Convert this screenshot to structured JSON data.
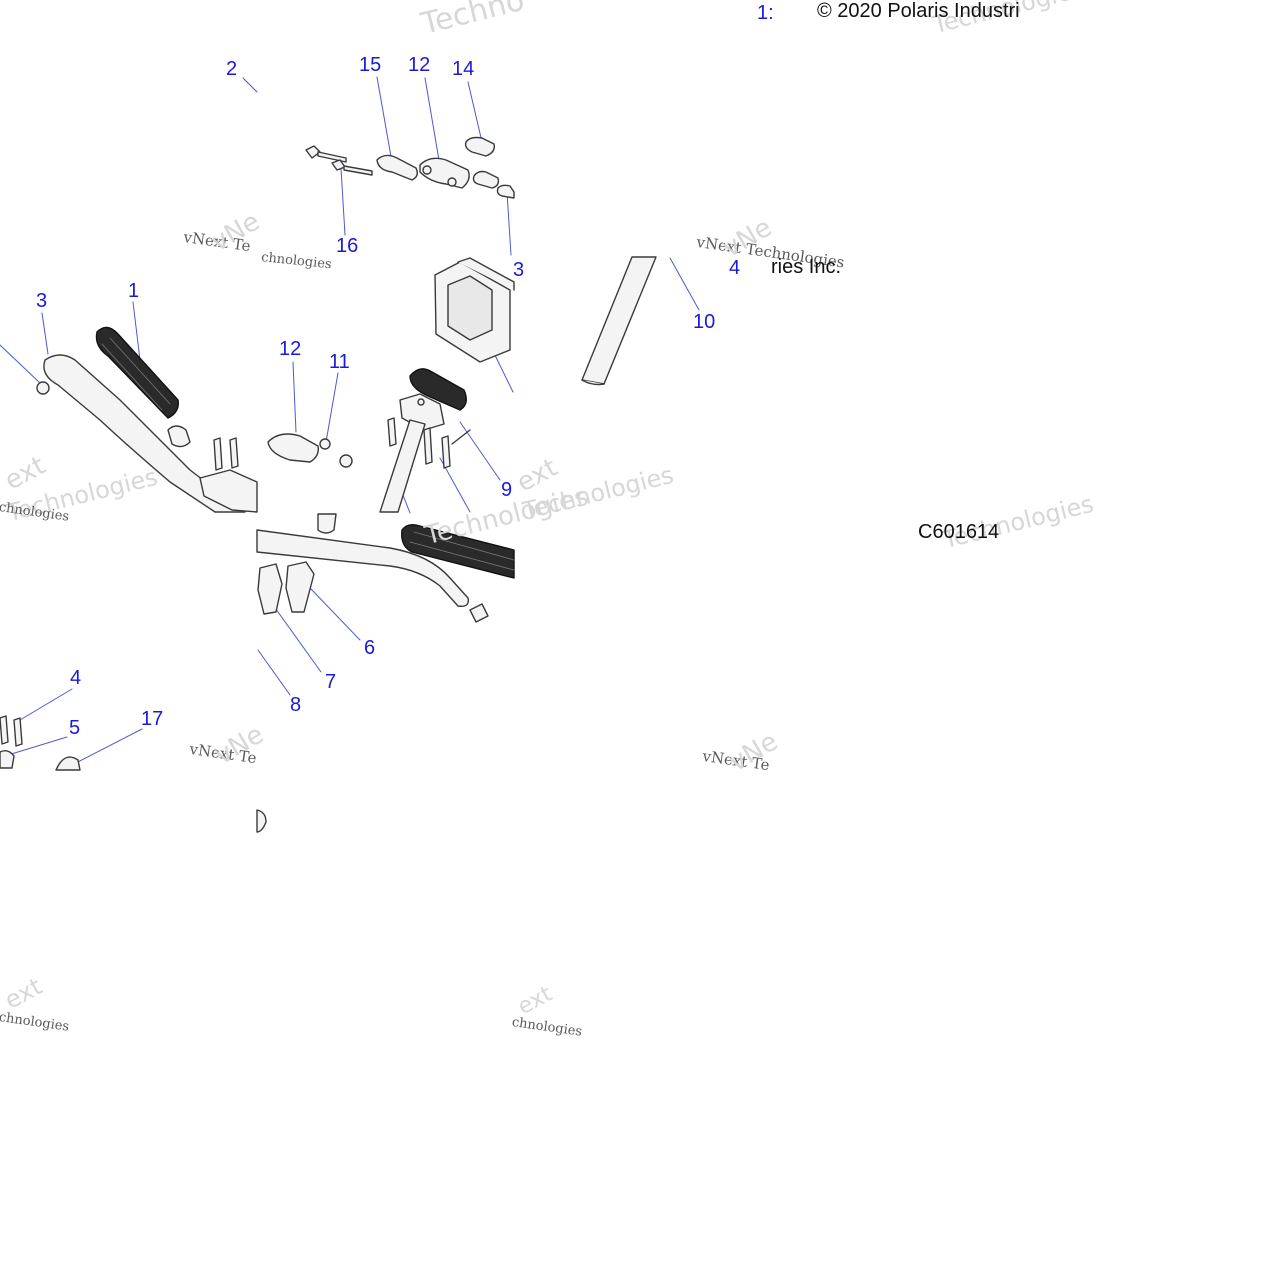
{
  "diagram": {
    "copyright": "© 2020 Polaris Industri",
    "copyright_tail": "ries Inc.",
    "drawing_code": "C601614",
    "partial_callout": "1:",
    "callouts": [
      "1",
      "2",
      "3",
      "3",
      "4",
      "4",
      "5",
      "6",
      "7",
      "8",
      "9",
      "10",
      "11",
      "12",
      "12",
      "14",
      "15",
      "16",
      "17"
    ],
    "watermarks": {
      "brand_a": "vNext Technologies",
      "brand_b": "Technologies",
      "brand_c": "vNext Te",
      "brand_d": "vNe",
      "brand_e": "Techno",
      "brand_f": "ext",
      "brand_g": "chnologies"
    }
  },
  "colors": {
    "callout": "#1a1ad8",
    "line": "#3a3a3a",
    "part_fill": "#f4f4f4",
    "grip_fill": "#2a2a2a",
    "watermark": "#cfcfcf"
  }
}
